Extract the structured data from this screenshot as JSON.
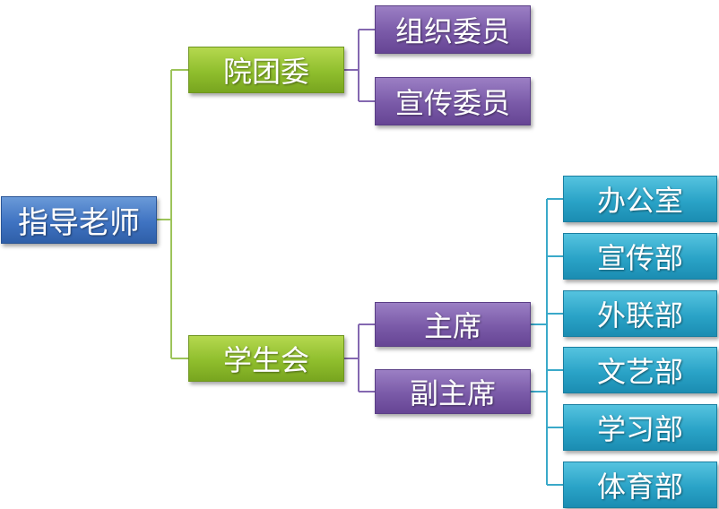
{
  "diagram": {
    "root": {
      "label": "指导老师"
    },
    "branches": [
      {
        "label": "院团委",
        "children": [
          {
            "label": "组织委员"
          },
          {
            "label": "宣传委员"
          }
        ]
      },
      {
        "label": "学生会",
        "children": [
          {
            "label": "主席"
          },
          {
            "label": "副主席"
          }
        ],
        "departments": [
          {
            "label": "办公室"
          },
          {
            "label": "宣传部"
          },
          {
            "label": "外联部"
          },
          {
            "label": "文艺部"
          },
          {
            "label": "学习部"
          },
          {
            "label": "体育部"
          }
        ]
      }
    ]
  },
  "colors": {
    "root": "#3f73c2",
    "level1": "#8fbe2d",
    "level2": "#7a5aa8",
    "departments": "#2aa3c7",
    "connector_green": "#9dc45a",
    "connector_purple": "#8468b0",
    "connector_cyan": "#3aa9c9"
  }
}
